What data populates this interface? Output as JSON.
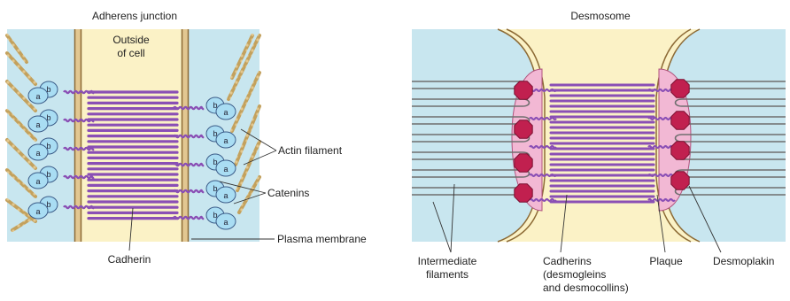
{
  "adherens": {
    "title": "Adherens junction",
    "outside_label": [
      "Outside",
      "of cell"
    ],
    "labels": {
      "actin": "Actin filament",
      "catenins": "Catenins",
      "plasma_membrane": "Plasma membrane",
      "cadherin": "Cadherin"
    },
    "catenin_letters": [
      "a",
      "b"
    ]
  },
  "desmosome": {
    "title": "Desmosome",
    "labels": {
      "intermediate": [
        "Intermediate",
        "filaments"
      ],
      "cadherins": [
        "Cadherins",
        "(desmogleins",
        "and desmocollins)"
      ],
      "plaque": "Plaque",
      "desmoplakin": "Desmoplakin"
    }
  },
  "colors": {
    "cytoplasm": "#c8e6ef",
    "extracellular": "#fbf2c6",
    "membrane": "#c9a468",
    "cadherin": "#8a4fb5",
    "catenin": "#a9ddf3",
    "actin": "#c3a15d",
    "plaque": "#f2b8d4",
    "desmoplakin": "#c1204f"
  }
}
